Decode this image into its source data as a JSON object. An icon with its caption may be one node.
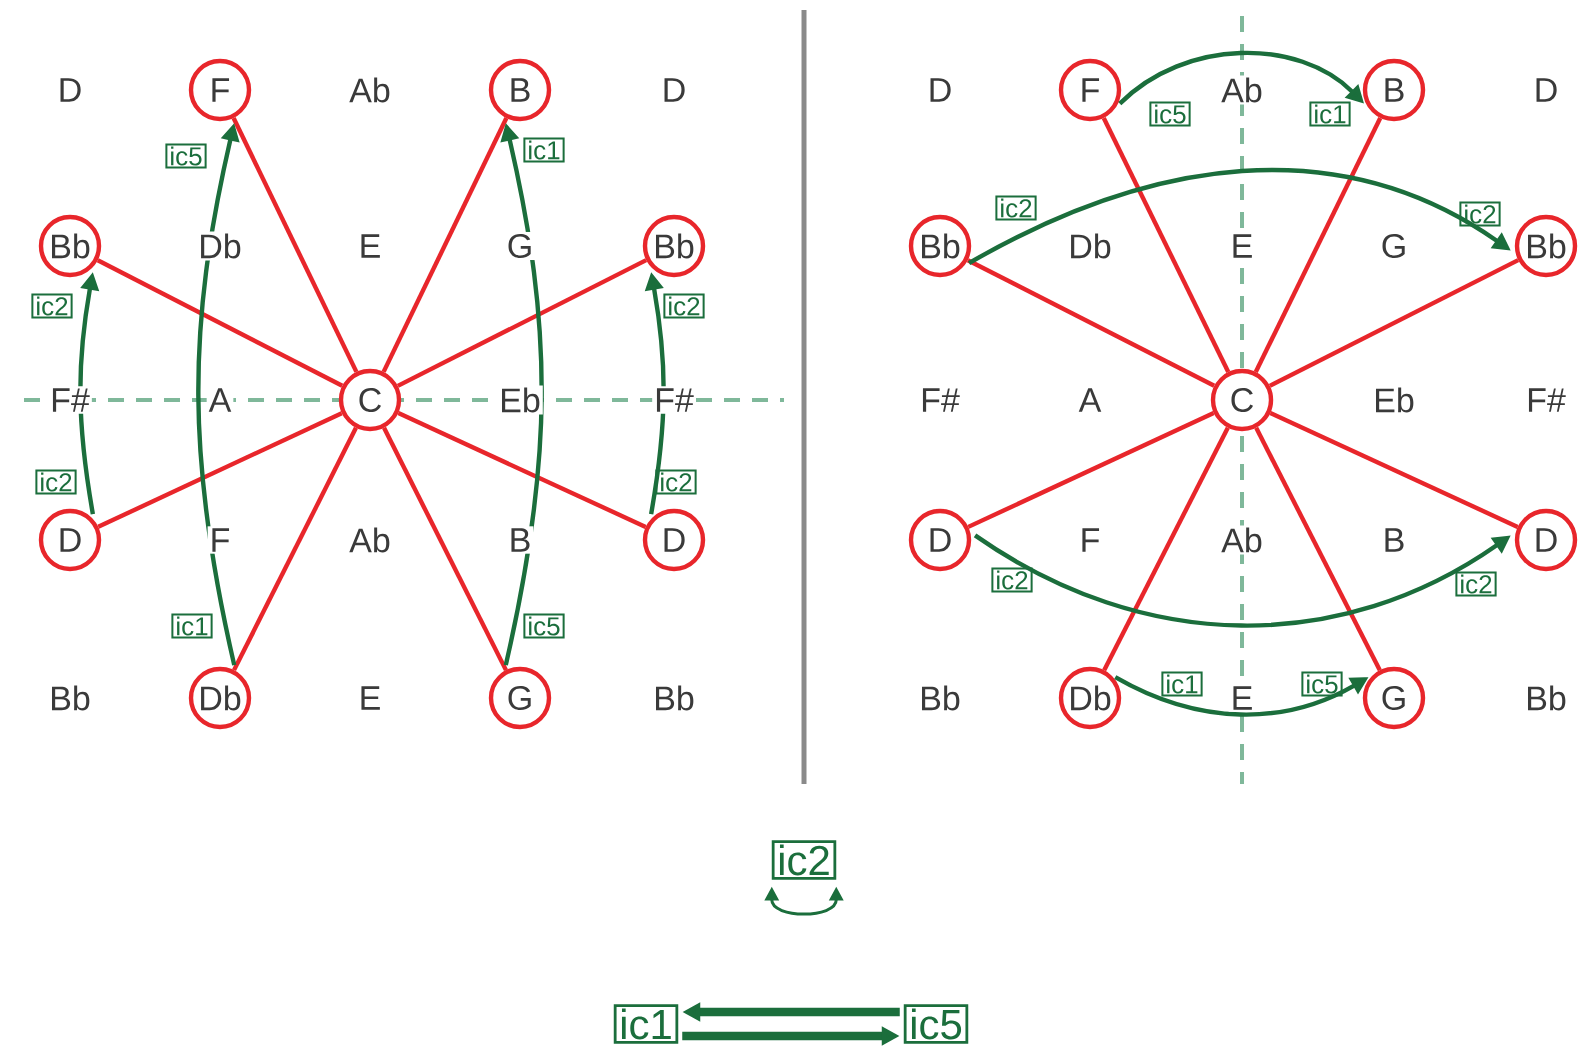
{
  "diagram": {
    "nodes": [
      {
        "text": [
          "F"
        ]
      },
      {
        "text": [
          "B"
        ]
      },
      {
        "text": [
          "Bb"
        ]
      },
      {
        "text": [
          "Bb"
        ]
      },
      {
        "text": [
          "C"
        ]
      },
      {
        "text": [
          "D"
        ]
      },
      {
        "text": [
          "D"
        ]
      },
      {
        "text": [
          "Db"
        ]
      },
      {
        "text": [
          "G"
        ]
      },
      {
        "text": [
          "ic5"
        ]
      },
      {
        "text": [
          "ic1"
        ]
      },
      {
        "text": [
          "ic2"
        ]
      },
      {
        "text": [
          "ic2"
        ]
      },
      {
        "text": [
          "ic2"
        ]
      },
      {
        "text": [
          "ic2"
        ]
      },
      {
        "text": [
          "ic1"
        ]
      },
      {
        "text": [
          "ic5"
        ]
      },
      {
        "text": [
          "F"
        ]
      },
      {
        "text": [
          "B"
        ]
      },
      {
        "text": [
          "Bb"
        ]
      },
      {
        "text": [
          "Bb"
        ]
      },
      {
        "text": [
          "C"
        ]
      },
      {
        "text": [
          "D"
        ]
      },
      {
        "text": [
          "D"
        ]
      },
      {
        "text": [
          "Db"
        ]
      },
      {
        "text": [
          "G"
        ]
      },
      {
        "text": [
          "ic5"
        ]
      },
      {
        "text": [
          "ic1"
        ]
      },
      {
        "text": [
          "ic2"
        ]
      },
      {
        "text": [
          "ic2"
        ]
      },
      {
        "text": [
          "ic2"
        ]
      },
      {
        "text": [
          "ic2"
        ]
      },
      {
        "text": [
          "ic1"
        ]
      },
      {
        "text": [
          "ic5"
        ]
      },
      {
        "text": [
          "ic2"
        ]
      },
      {
        "text": [
          "ic1"
        ]
      },
      {
        "text": [
          "ic5"
        ]
      }
    ],
    "edges": [
      {
        "from": 4,
        "to": 0,
        "arrow": "none"
      },
      {
        "from": 4,
        "to": 1,
        "arrow": "none"
      },
      {
        "from": 4,
        "to": 2,
        "arrow": "none"
      },
      {
        "from": 4,
        "to": 3,
        "arrow": "none"
      },
      {
        "from": 4,
        "to": 5,
        "arrow": "none"
      },
      {
        "from": 4,
        "to": 6,
        "arrow": "none"
      },
      {
        "from": 4,
        "to": 7,
        "arrow": "none"
      },
      {
        "from": 4,
        "to": 8,
        "arrow": "none"
      },
      {
        "from": 5,
        "to": 2,
        "arrow": "to",
        "color": "#1b6e3c"
      },
      {
        "from": 7,
        "to": 0,
        "arrow": "to",
        "color": "#1b6e3c"
      },
      {
        "from": 8,
        "to": 1,
        "arrow": "to",
        "color": "#1b6e3c"
      },
      {
        "from": 6,
        "to": 3,
        "arrow": "to",
        "color": "#1b6e3c"
      },
      {
        "from": 21,
        "to": 17,
        "arrow": "none"
      },
      {
        "from": 21,
        "to": 18,
        "arrow": "none"
      },
      {
        "from": 21,
        "to": 19,
        "arrow": "none"
      },
      {
        "from": 21,
        "to": 20,
        "arrow": "none"
      },
      {
        "from": 21,
        "to": 22,
        "arrow": "none"
      },
      {
        "from": 21,
        "to": 23,
        "arrow": "none"
      },
      {
        "from": 21,
        "to": 24,
        "arrow": "none"
      },
      {
        "from": 21,
        "to": 25,
        "arrow": "none"
      },
      {
        "from": 17,
        "to": 18,
        "arrow": "to",
        "color": "#1b6e3c"
      },
      {
        "from": 19,
        "to": 20,
        "arrow": "to",
        "color": "#1b6e3c"
      },
      {
        "from": 22,
        "to": 23,
        "arrow": "to",
        "color": "#1b6e3c"
      },
      {
        "from": 24,
        "to": 25,
        "arrow": "to",
        "color": "#1b6e3c"
      },
      {
        "from": 34,
        "to": 34,
        "arrow": "both",
        "color": "#1b6e3c"
      },
      {
        "from": 36,
        "to": 35,
        "arrow": "to",
        "color": "#1b6e3c",
        "style": "thick"
      },
      {
        "from": 35,
        "to": 36,
        "arrow": "to",
        "color": "#1b6e3c",
        "style": "thick"
      }
    ],
    "labels": [
      "D",
      "Ab",
      "D",
      "Db",
      "E",
      "G",
      "F#",
      "A",
      "Eb",
      "F#",
      "F",
      "Ab",
      "B",
      "Bb",
      "E",
      "Bb",
      "D",
      "Ab",
      "D",
      "Db",
      "E",
      "G",
      "F#",
      "A",
      "Eb",
      "F#",
      "F",
      "Ab",
      "B",
      "Bb",
      "E",
      "Bb"
    ]
  }
}
